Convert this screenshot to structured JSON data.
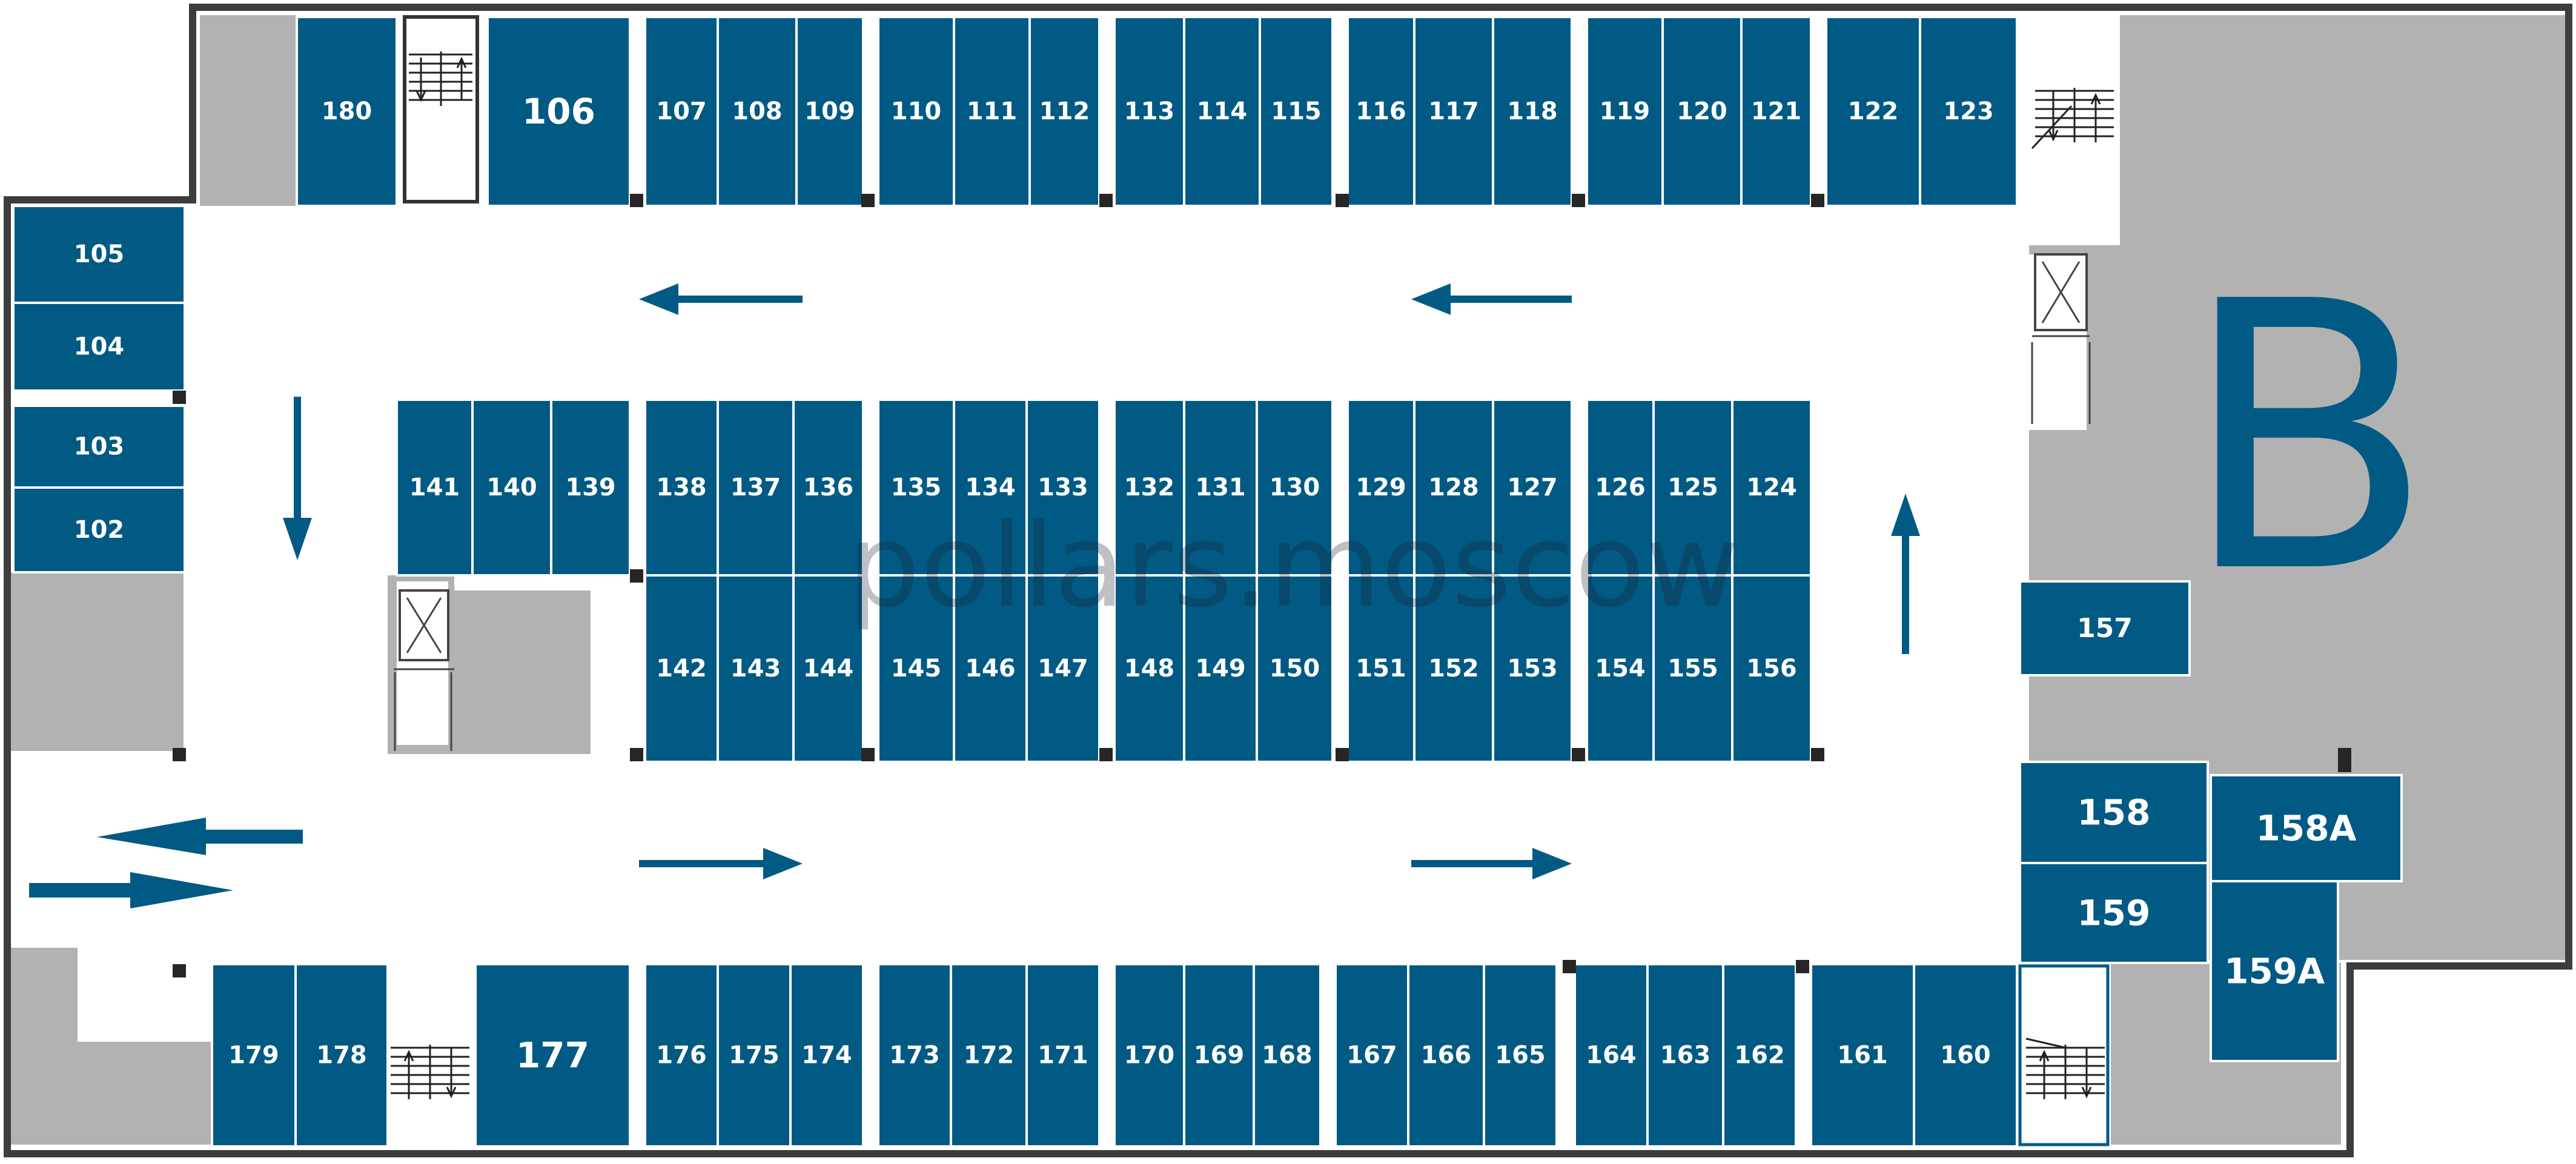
{
  "plan": {
    "section_letter": "B",
    "watermark": "pollars.moscow",
    "colors": {
      "lot": "#005a84",
      "grey": "#b2b2b2",
      "wall": "#3d3d3d",
      "background": "#ffffff"
    },
    "rows": {
      "top": [
        "180",
        "106",
        "107",
        "108",
        "109",
        "110",
        "111",
        "112",
        "113",
        "114",
        "115",
        "116",
        "117",
        "118",
        "119",
        "120",
        "121",
        "122",
        "123"
      ],
      "left": [
        "105",
        "104",
        "103",
        "102"
      ],
      "middle_a": [
        "141",
        "140",
        "139",
        "138",
        "137",
        "136",
        "135",
        "134",
        "133",
        "132",
        "131",
        "130",
        "129",
        "128",
        "127",
        "126",
        "125",
        "124"
      ],
      "middle_b": [
        "142",
        "143",
        "144",
        "145",
        "146",
        "147",
        "148",
        "149",
        "150",
        "151",
        "152",
        "153",
        "154",
        "155",
        "156"
      ],
      "right": [
        "157",
        "158",
        "158A",
        "159",
        "159A"
      ],
      "bottom": [
        "179",
        "178",
        "177",
        "176",
        "175",
        "174",
        "173",
        "172",
        "171",
        "170",
        "169",
        "168",
        "167",
        "166",
        "165",
        "164",
        "163",
        "162",
        "161",
        "160"
      ]
    }
  }
}
